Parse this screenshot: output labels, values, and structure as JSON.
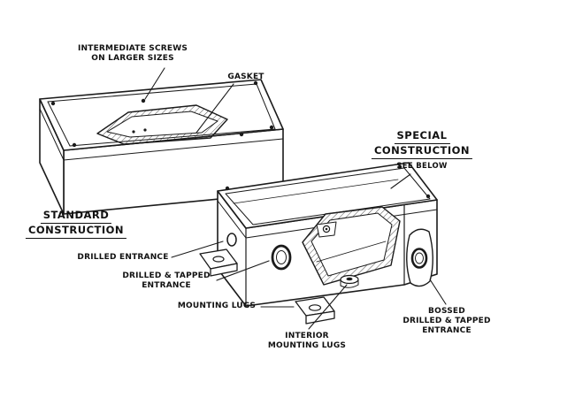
{
  "colors": {
    "background": "#ffffff",
    "line": "#1b1b1b",
    "text": "#111111"
  },
  "standard_box": {
    "title": {
      "line1": "STANDARD",
      "line2": "CONSTRUCTION"
    },
    "callout_intermediate_screws": {
      "line1": "INTERMEDIATE SCREWS",
      "line2": "ON LARGER SIZES"
    },
    "callout_gasket": "GASKET"
  },
  "special_box": {
    "title": {
      "line1": "SPECIAL",
      "line2": "CONSTRUCTION",
      "note": "SEE BELOW"
    },
    "callout_drilled_entrance": "DRILLED ENTRANCE",
    "callout_drilled_tapped": {
      "line1": "DRILLED & TAPPED",
      "line2": "ENTRANCE"
    },
    "callout_mounting_lugs": "MOUNTING LUGS",
    "callout_interior_lugs": {
      "line1": "INTERIOR",
      "line2": "MOUNTING LUGS"
    },
    "callout_bossed": {
      "line1": "BOSSED",
      "line2": "DRILLED & TAPPED",
      "line3": "ENTRANCE"
    }
  }
}
